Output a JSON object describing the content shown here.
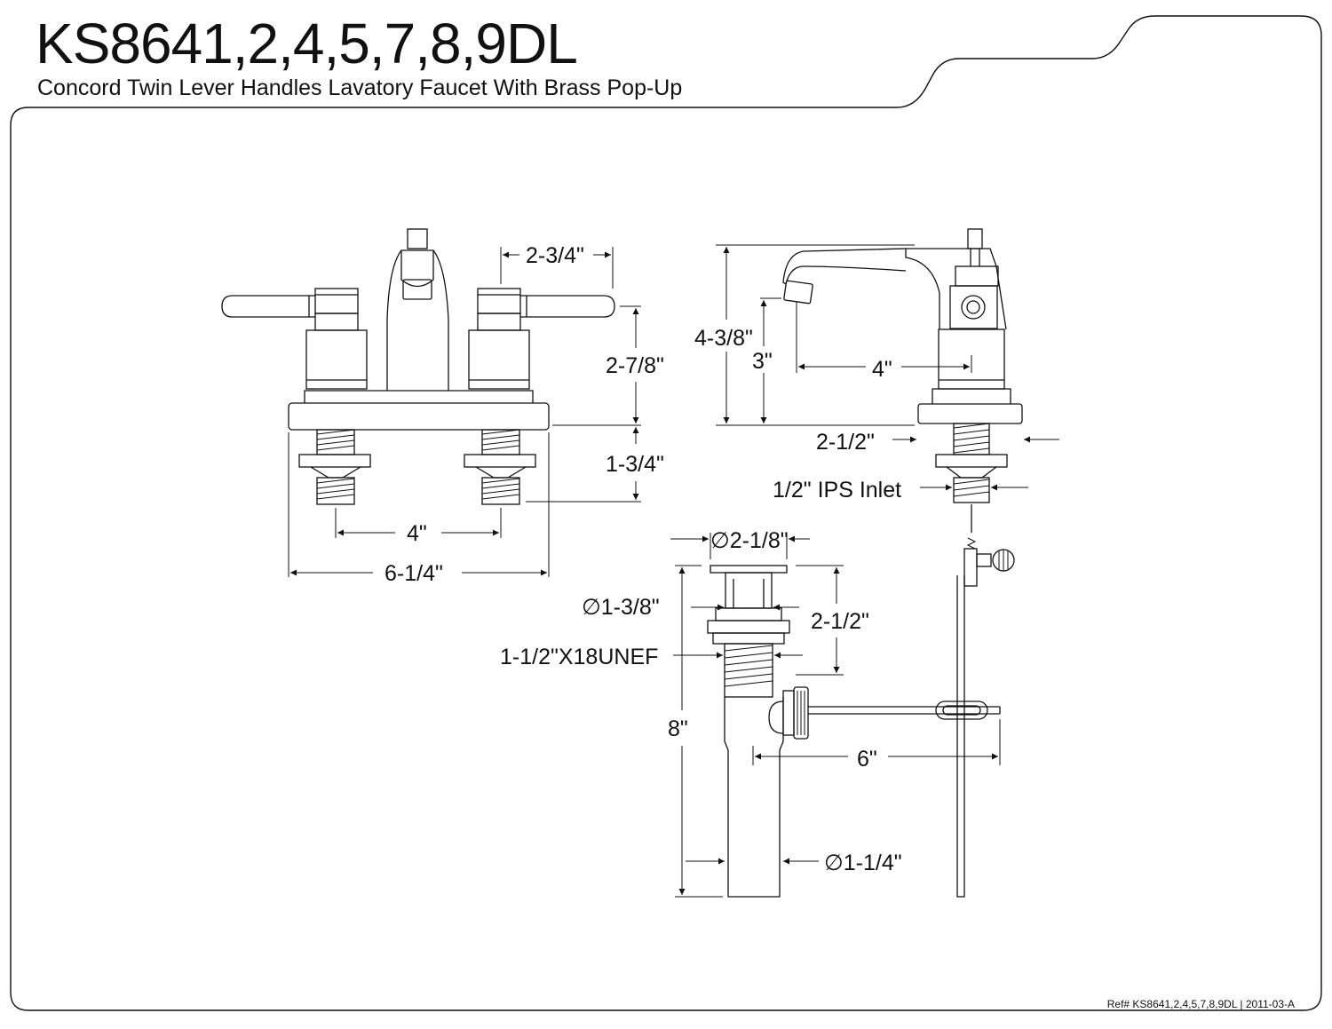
{
  "header": {
    "title": "KS8641,2,4,5,7,8,9DL",
    "subtitle": "Concord Twin Lever Handles Lavatory Faucet With Brass Pop-Up"
  },
  "front_view": {
    "dim_handle_to_center": "2-3/4\"",
    "dim_height_above_deck": "2-7/8\"",
    "dim_shank_length": "1-3/4\"",
    "dim_centers": "4\"",
    "dim_overall_width": "6-1/4\""
  },
  "side_view": {
    "dim_total_height": "4-3/8\"",
    "dim_spout_height": "3\"",
    "dim_spout_reach": "4\"",
    "dim_base_depth": "2-1/2\"",
    "dim_inlet": "1/2\" IPS Inlet"
  },
  "drain_view": {
    "dim_flange_dia": "∅2-1/8\"",
    "dim_stopper_dia": "∅1-3/8\"",
    "dim_body_height": "2-1/2\"",
    "dim_thread": "1-1/2\"X18UNEF",
    "dim_tailpiece_length": "8\"",
    "dim_pivot_reach": "6\"",
    "dim_tailpiece_dia": "∅1-1/4\""
  },
  "footer": {
    "ref": "Ref# KS8641,2,4,5,7,8,9DL | 2011-03-A"
  }
}
